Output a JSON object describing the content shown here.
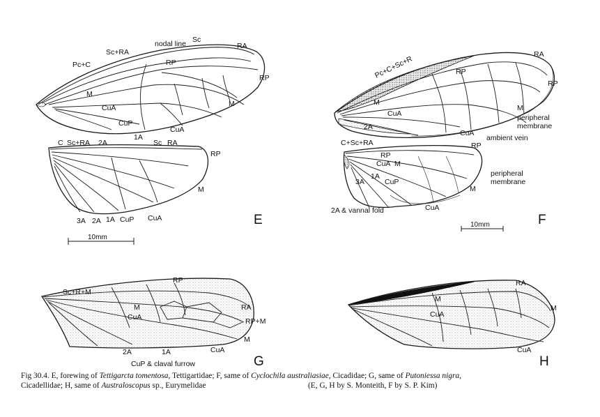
{
  "panels": {
    "E": {
      "letter": "E",
      "forewing_labels": [
        "Sc",
        "nodal line",
        "RA",
        "Sc+RA",
        "Pc+C",
        "RP",
        "RP",
        "M",
        "M",
        "CuA",
        "CuP",
        "1A",
        "CuA"
      ],
      "hindwing_labels": [
        "C",
        "Sc+RA",
        "2A",
        "Sc",
        "RA",
        "RP",
        "M",
        "3A",
        "2A",
        "1A",
        "CuP",
        "CuA"
      ],
      "scale_label": "10mm"
    },
    "F": {
      "letter": "F",
      "forewing_labels": [
        "Pc+C+Sc+R",
        "RA",
        "RP",
        "RP",
        "M",
        "M",
        "CuA",
        "2A",
        "CuA",
        "peripheral",
        "membrane",
        "ambient vein"
      ],
      "hindwing_labels": [
        "C+Sc+RA",
        "RP",
        "RP",
        "CuA",
        "M",
        "1A",
        "CuP",
        "3A",
        "peripheral",
        "membrane",
        "M",
        "2A & vannal fold",
        "CuA"
      ],
      "scale_label": "10mm"
    },
    "G": {
      "letter": "G",
      "labels": [
        "RP",
        "Sc+R+M",
        "M",
        "CuA",
        "RA",
        "RP+M",
        "M",
        "CuA",
        "2A",
        "1A",
        "CuP & claval furrow"
      ]
    },
    "H": {
      "letter": "H",
      "labels": [
        "RA",
        "M",
        "M",
        "CuA",
        "CuA"
      ]
    }
  },
  "caption": {
    "lead": "Fig 30.4. E, forewing of ",
    "t1": "Tettigarcta tomentosa,",
    "s1": " Tettigartidae; F, same of ",
    "t2": "Cyclochila australiasiae,",
    "s2": " Cicadidae; G, same of ",
    "t3": "Putoniessa nigra,",
    "s3": "Cicadellidae; H, same of ",
    "t4": "Australoscopus",
    "s4": " sp., Eurymelidae",
    "credit": "(E, G, H by  S. Monteith, F by S. P. Kim)"
  }
}
